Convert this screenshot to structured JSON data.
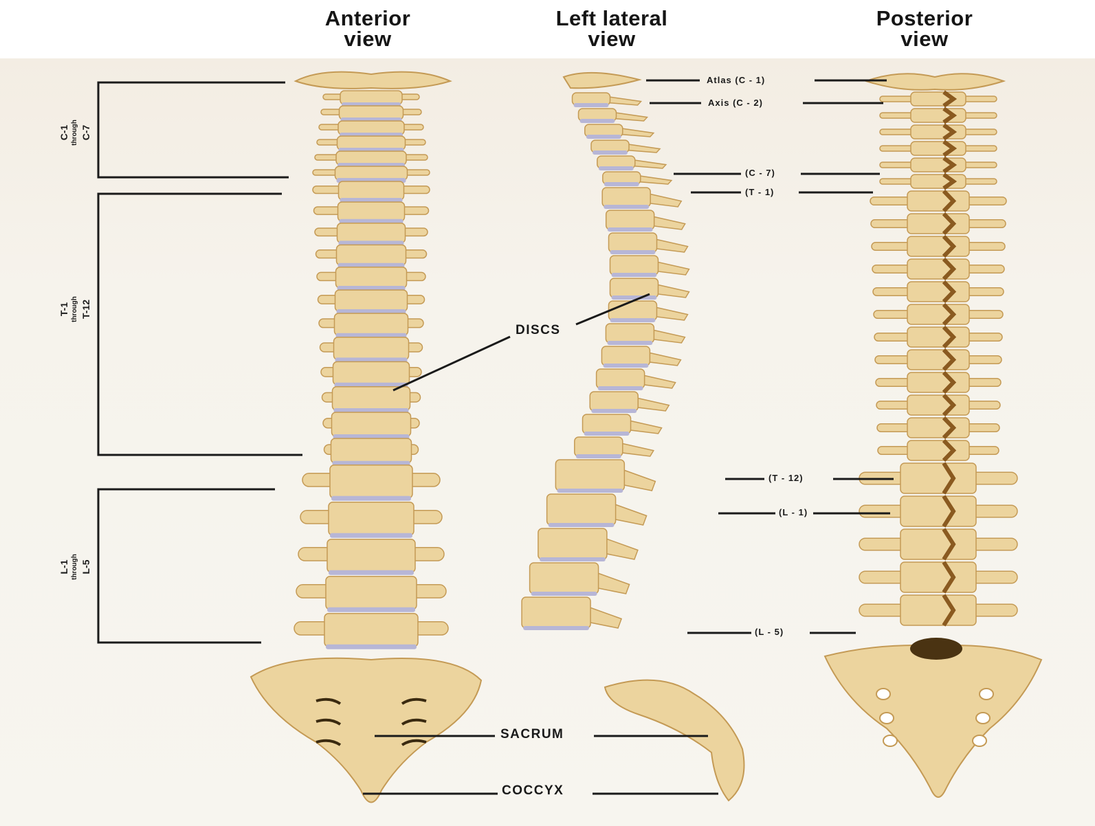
{
  "views": [
    {
      "line1": "Anterior",
      "line2": "view"
    },
    {
      "line1": "Left lateral",
      "line2": "view"
    },
    {
      "line1": "Posterior",
      "line2": "view"
    }
  ],
  "regions": [
    {
      "first": "C-1",
      "through": "through",
      "last": "C-7"
    },
    {
      "first": "T-1",
      "through": "through",
      "last": "T-12"
    },
    {
      "first": "L-1",
      "through": "through",
      "last": "L-5"
    }
  ],
  "vertebra_labels": {
    "atlas": "Atlas (C - 1)",
    "axis": "Axis (C - 2)",
    "c7": "(C - 7)",
    "t1": "(T - 1)",
    "t12": "(T - 12)",
    "l1": "(L - 1)",
    "l5": "(L - 5)"
  },
  "structure_labels": {
    "discs": "DISCS",
    "sacrum": "SACRUM",
    "coccyx": "COCCYX"
  },
  "colors": {
    "bone": "#ecd49e",
    "bone_shadow": "#c49a55",
    "disc": "#b7b6d6",
    "line": "#1a1a1a",
    "background": "#f6f3ec"
  }
}
